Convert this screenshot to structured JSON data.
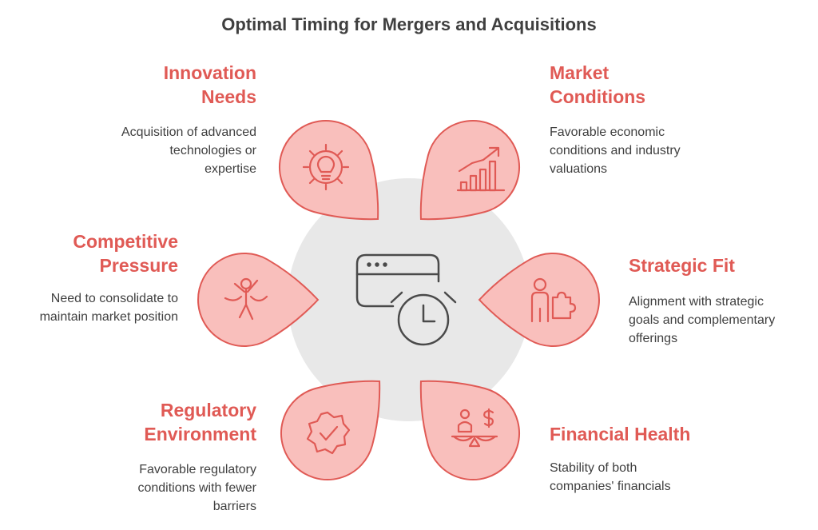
{
  "title": "Optimal Timing for Mergers and Acquisitions",
  "colors": {
    "accent": "#e05a55",
    "petal_fill": "#f9bfbc",
    "petal_stroke": "#e05a55",
    "center_fill": "#e8e8e8",
    "text": "#3f3f3f"
  },
  "center": {
    "icon": "browser-clock-icon"
  },
  "factors": [
    {
      "id": "innovation-needs",
      "heading_lines": [
        "Innovation",
        "Needs"
      ],
      "description_lines": [
        "Acquisition of advanced",
        "technologies or",
        "expertise"
      ],
      "icon": "gear-lightbulb-icon"
    },
    {
      "id": "market-conditions",
      "heading_lines": [
        "Market",
        "Conditions"
      ],
      "description_lines": [
        "Favorable economic",
        "conditions and industry",
        "valuations"
      ],
      "icon": "growth-chart-icon"
    },
    {
      "id": "competitive-pressure",
      "heading_lines": [
        "Competitive",
        "Pressure"
      ],
      "description_lines": [
        "Need to consolidate to",
        "maintain market position"
      ],
      "icon": "finish-line-runner-icon"
    },
    {
      "id": "strategic-fit",
      "heading_lines": [
        "Strategic Fit"
      ],
      "description_lines": [
        "Alignment with strategic",
        "goals and complementary",
        "offerings"
      ],
      "icon": "person-puzzle-icon"
    },
    {
      "id": "regulatory-environment",
      "heading_lines": [
        "Regulatory",
        "Environment"
      ],
      "description_lines": [
        "Favorable regulatory",
        "conditions with fewer",
        "barriers"
      ],
      "icon": "badge-check-icon"
    },
    {
      "id": "financial-health",
      "heading_lines": [
        "Financial Health"
      ],
      "description_lines": [
        "Stability of both",
        "companies' financials"
      ],
      "icon": "person-scale-dollar-icon"
    }
  ]
}
